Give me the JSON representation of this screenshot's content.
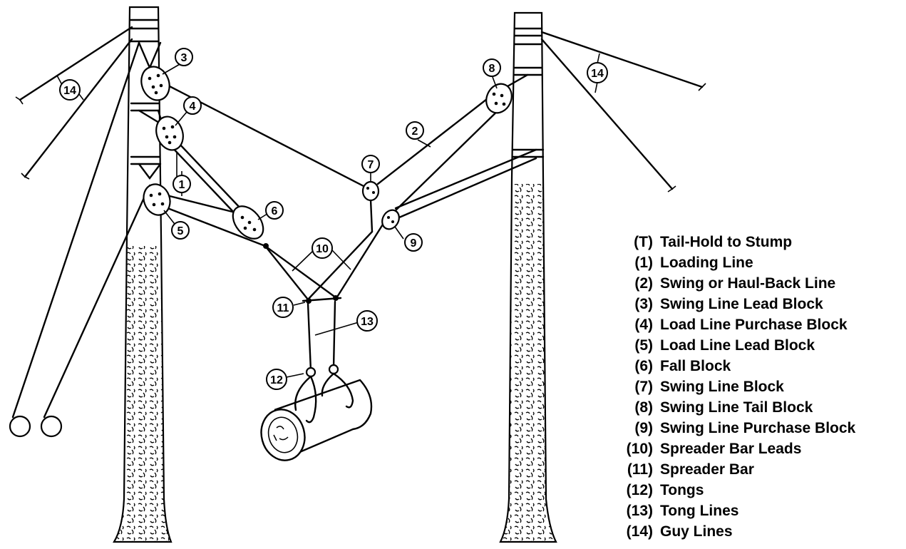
{
  "callouts": [
    {
      "id": "c1",
      "label": "1"
    },
    {
      "id": "c2",
      "label": "2"
    },
    {
      "id": "c3",
      "label": "3"
    },
    {
      "id": "c4",
      "label": "4"
    },
    {
      "id": "c5",
      "label": "5"
    },
    {
      "id": "c6",
      "label": "6"
    },
    {
      "id": "c7",
      "label": "7"
    },
    {
      "id": "c8",
      "label": "8"
    },
    {
      "id": "c9",
      "label": "9"
    },
    {
      "id": "c10",
      "label": "10"
    },
    {
      "id": "c11",
      "label": "11"
    },
    {
      "id": "c12",
      "label": "12"
    },
    {
      "id": "c13",
      "label": "13"
    },
    {
      "id": "c14a",
      "label": "14"
    },
    {
      "id": "c14b",
      "label": "14"
    }
  ],
  "legend": [
    {
      "code": "(T)",
      "text": "Tail-Hold to Stump"
    },
    {
      "code": "(1)",
      "text": "Loading Line"
    },
    {
      "code": "(2)",
      "text": "Swing or Haul-Back Line"
    },
    {
      "code": "(3)",
      "text": "Swing Line Lead Block"
    },
    {
      "code": "(4)",
      "text": "Load Line Purchase Block"
    },
    {
      "code": "(5)",
      "text": "Load Line Lead Block"
    },
    {
      "code": "(6)",
      "text": "Fall Block"
    },
    {
      "code": "(7)",
      "text": "Swing Line Block"
    },
    {
      "code": "(8)",
      "text": "Swing Line Tail Block"
    },
    {
      "code": "(9)",
      "text": "Swing Line Purchase Block"
    },
    {
      "code": "(10)",
      "text": "Spreader Bar Leads"
    },
    {
      "code": "(11)",
      "text": "Spreader Bar"
    },
    {
      "code": "(12)",
      "text": "Tongs"
    },
    {
      "code": "(13)",
      "text": "Tong Lines"
    },
    {
      "code": "(14)",
      "text": "Guy Lines"
    }
  ]
}
